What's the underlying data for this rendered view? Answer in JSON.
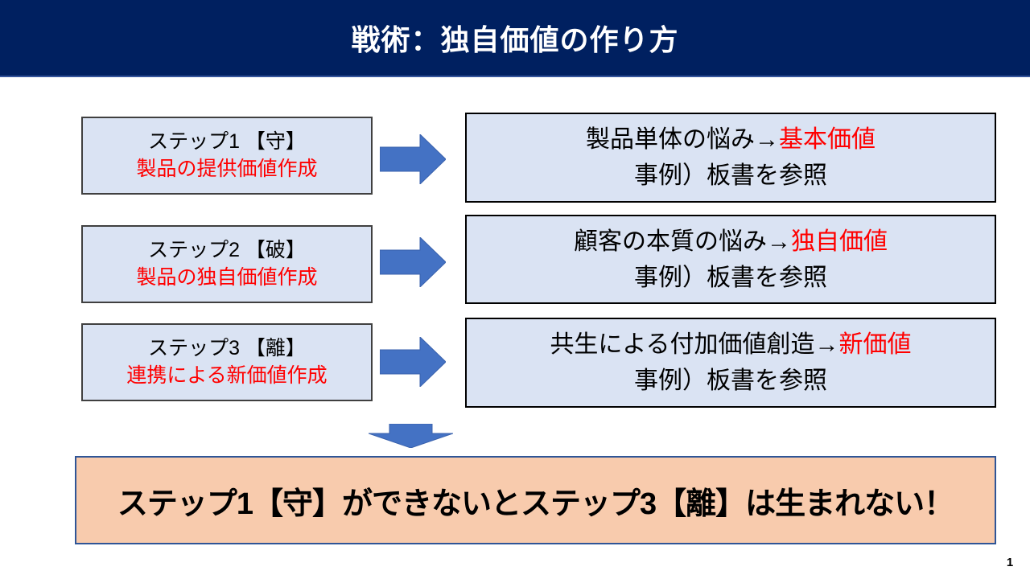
{
  "slide": {
    "title": "戦術：独自価値の作り方",
    "page_number": "1"
  },
  "rows": [
    {
      "left": {
        "line1": "ステップ1 【守】",
        "line2": "製品の提供価値作成"
      },
      "right": {
        "line1_black": "製品単体の悩み→",
        "line1_red": "基本価値",
        "line2": "事例）板書を参照"
      }
    },
    {
      "left": {
        "line1": "ステップ2 【破】",
        "line2": "製品の独自価値作成"
      },
      "right": {
        "line1_black": "顧客の本質の悩み→",
        "line1_red": "独自価値",
        "line2": "事例）板書を参照"
      }
    },
    {
      "left": {
        "line1": "ステップ3 【離】",
        "line2": "連携による新価値作成"
      },
      "right": {
        "line1_black": "共生による付加価値創造→",
        "line1_red": "新価値",
        "line2": "事例）板書を参照"
      }
    }
  ],
  "conclusion": {
    "text": "ステップ1【守】ができないとステップ3【離】は生まれない！"
  },
  "icons": {
    "right_arrow": "right-arrow-icon",
    "down_arrow": "down-arrow-icon"
  },
  "colors": {
    "header_bg": "#002060",
    "header_title_text": "#ffffff",
    "box_fill": "#dae3f3",
    "step_box_border": "#404040",
    "result_box_border": "#000000",
    "arrow_fill": "#4472c4",
    "accent_red": "#ff0000",
    "conclusion_fill": "#f8cbad",
    "conclusion_border": "#2f5597"
  }
}
